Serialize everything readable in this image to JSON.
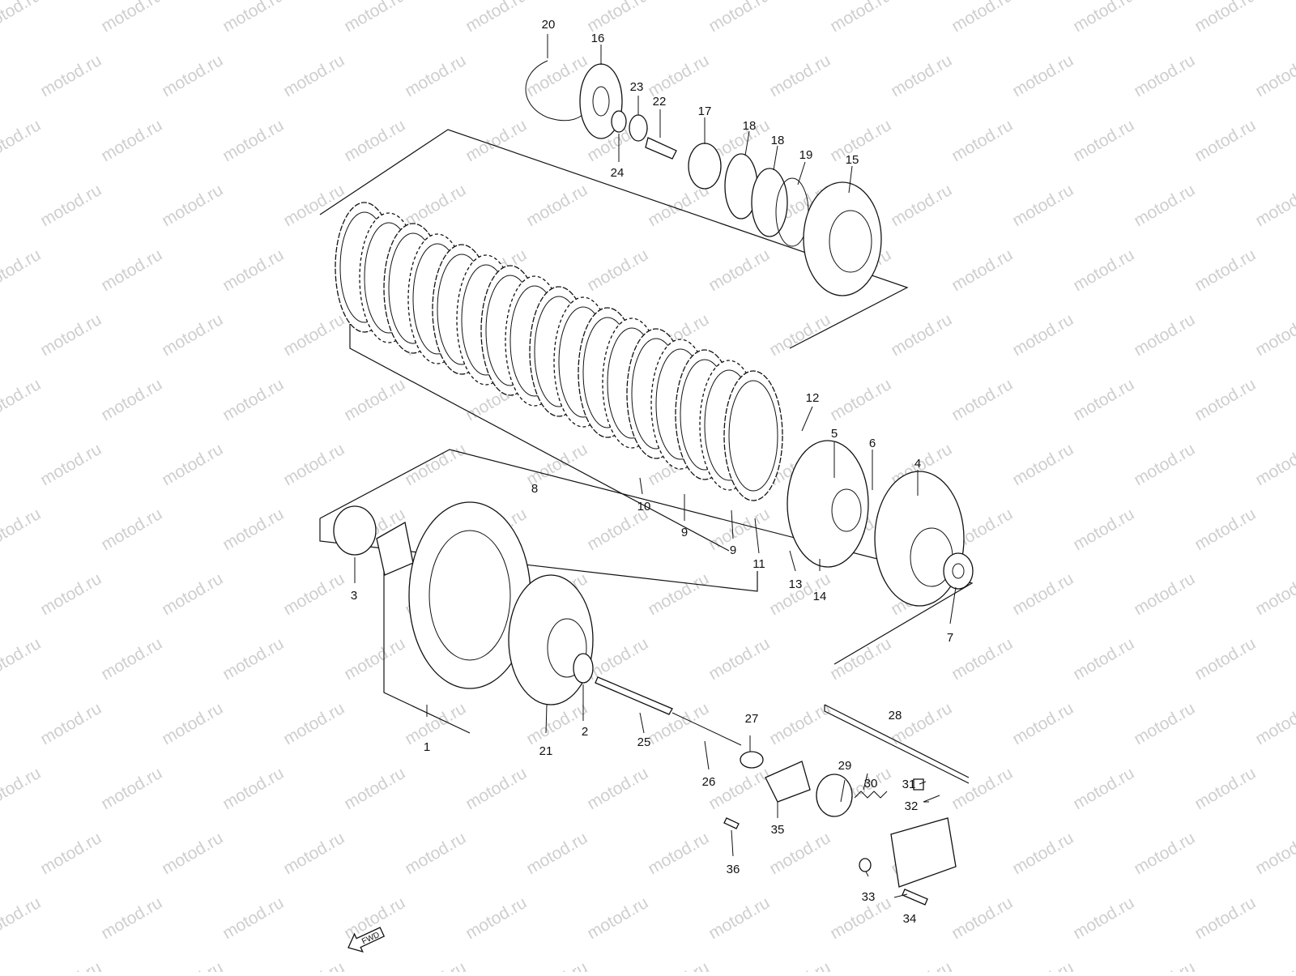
{
  "watermark": "motod.ru",
  "fwd_label": "FWD",
  "callouts": {
    "c1": "1",
    "c2": "2",
    "c3": "3",
    "c4": "4",
    "c5": "5",
    "c6": "6",
    "c7": "7",
    "c8": "8",
    "c9a": "9",
    "c9b": "9",
    "c10": "10",
    "c11": "11",
    "c12": "12",
    "c13": "13",
    "c14": "14",
    "c15": "15",
    "c16": "16",
    "c17": "17",
    "c18a": "18",
    "c18b": "18",
    "c19": "19",
    "c20": "20",
    "c21": "21",
    "c22": "22",
    "c23": "23",
    "c24": "24",
    "c25": "25",
    "c26": "26",
    "c27": "27",
    "c28": "28",
    "c29": "29",
    "c30": "30",
    "c31": "31",
    "c32": "32",
    "c33": "33",
    "c34": "34",
    "c35": "35",
    "c36": "36"
  },
  "colors": {
    "line": "#111111",
    "watermark": "#cfcfcf",
    "background": "#ffffff"
  }
}
